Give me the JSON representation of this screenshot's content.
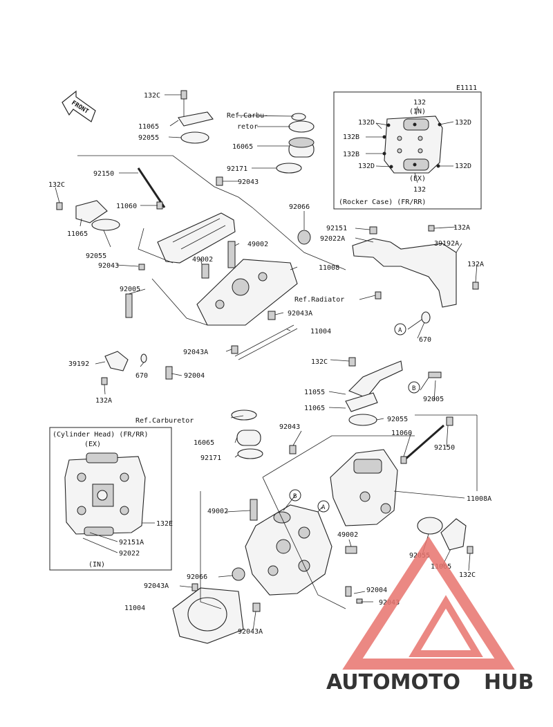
{
  "diagram_code": "E1111",
  "front_label": "FRONT",
  "labels": {
    "l132c_top": "132C",
    "l11065_top": "11065",
    "l92055_top": "92055",
    "l92150_a": "92150",
    "l132c_left": "132C",
    "l11060_a": "11060",
    "l11065_left": "11065",
    "l92055_left": "92055",
    "l92043_left": "92043",
    "l92005_left": "92005",
    "ref_carb_line1": "Ref.Carbu-",
    "ref_carb_line2": "retor",
    "l16065_top": "16065",
    "l92171_top": "92171",
    "l92043_top": "92043",
    "l92066_top": "92066",
    "l49002_a": "49002",
    "l49002_b": "49002",
    "l11008": "11008",
    "l92043a_a": "92043A",
    "l11004_a": "11004",
    "l92043a_b": "92043A",
    "l92004_a": "92004",
    "l670_left": "670",
    "l39192_left": "39192",
    "l132a_left": "132A",
    "l92151": "92151",
    "l92022a": "92022A",
    "l132a_right1": "132A",
    "l39192a": "39192A",
    "l132a_right2": "132A",
    "ref_radiator": "Ref.Radiator",
    "circle_a1": "A",
    "l670_right": "670",
    "l132c_mid": "132C",
    "l11055": "11055",
    "l11065_mid": "11065",
    "circle_b1": "B",
    "l92005_right": "92005",
    "ref_carburetor": "Ref.Carburetor",
    "l92043_mid": "92043",
    "l92055_mid": "92055",
    "l11060_b": "11060",
    "l92150_b": "92150",
    "l16065_mid": "16065",
    "l92171_mid": "92171",
    "l11008a": "11008A",
    "l49002_c": "49002",
    "circle_b2": "B",
    "circle_a2": "A",
    "l49002_d": "49002",
    "l92055_bot": "92055",
    "l11065_bot": "11065",
    "l132c_bot": "132C",
    "l92066_bot": "92066",
    "l92043a_c": "92043A",
    "l92004_b": "92004",
    "l92043_bot": "92043",
    "l11004_b": "11004",
    "l92043a_d": "92043A"
  },
  "rocker_inset": {
    "title": "(Rocker Case) (FR/RR)",
    "in_label": "(IN)",
    "ex_label": "(EX)",
    "l132_top": "132",
    "l132_bot": "132",
    "l132d_1": "132D",
    "l132d_2": "132D",
    "l132d_3": "132D",
    "l132d_4": "132D",
    "l132b_1": "132B",
    "l132b_2": "132B"
  },
  "cylinder_inset": {
    "title": "(Cylinder Head) (FR/RR)",
    "ex_label": "(EX)",
    "in_label": "(IN)",
    "l132e": "132E",
    "l92151a": "92151A",
    "l92022": "92022"
  },
  "watermark": {
    "part1": "AUTOMOTO",
    "part2": "HUB",
    "color_primary": "#e8746e",
    "color_secondary": "#f0b98f",
    "color_dark": "#6f6f6f"
  }
}
